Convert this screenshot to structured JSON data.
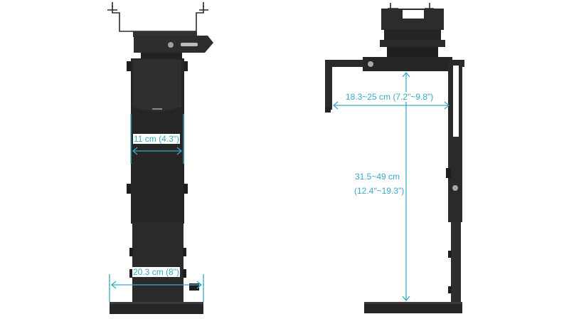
{
  "accent_color": "#3aa8c6",
  "product_color": "#2a2a2a",
  "front_view": {
    "width_dimension": "11 cm (4.3\")",
    "base_dimension": "20.3 cm (8\")"
  },
  "side_view": {
    "depth_dimension": "18.3~25 cm (7.2\"~9.8\")",
    "height_dimension_cm": "31.5~49 cm",
    "height_dimension_in": "(12.4\"~19.3\")"
  }
}
